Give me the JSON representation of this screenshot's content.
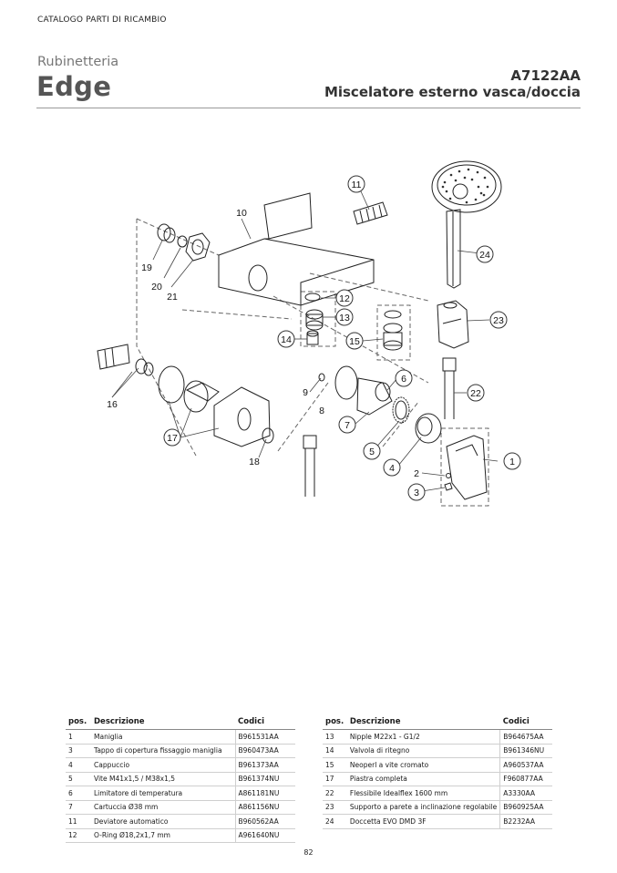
{
  "header": {
    "catalog": "CATALOGO PARTI DI RICAMBIO",
    "category": "Rubinetteria",
    "family": "Edge",
    "product_code": "A7122AA",
    "product_desc": "Miscelatore esterno vasca/doccia"
  },
  "diagram": {
    "labels": [
      "1",
      "2",
      "3",
      "4",
      "5",
      "6",
      "7",
      "8",
      "9",
      "10",
      "11",
      "12",
      "13",
      "14",
      "15",
      "16",
      "17",
      "18",
      "19",
      "20",
      "21",
      "22",
      "23",
      "24"
    ]
  },
  "table": {
    "headers": {
      "pos": "pos.",
      "desc": "Descrizione",
      "code": "Codici"
    },
    "left": [
      {
        "pos": "1",
        "desc": "Maniglia",
        "code": "B961531AA"
      },
      {
        "pos": "3",
        "desc": "Tappo di copertura fissaggio maniglia",
        "code": "B960473AA"
      },
      {
        "pos": "4",
        "desc": "Cappuccio",
        "code": "B961373AA"
      },
      {
        "pos": "5",
        "desc": "Vite M41x1,5 / M38x1,5",
        "code": "B961374NU"
      },
      {
        "pos": "6",
        "desc": "Limitatore di temperatura",
        "code": "A861181NU"
      },
      {
        "pos": "7",
        "desc": "Cartuccia Ø38 mm",
        "code": "A861156NU"
      },
      {
        "pos": "11",
        "desc": "Deviatore automatico",
        "code": "B960562AA"
      },
      {
        "pos": "12",
        "desc": "O-Ring Ø18,2x1,7 mm",
        "code": "A961640NU"
      }
    ],
    "right": [
      {
        "pos": "13",
        "desc": "Nipple M22x1 - G1/2",
        "code": "B964675AA"
      },
      {
        "pos": "14",
        "desc": "Valvola di ritegno",
        "code": "B961346NU"
      },
      {
        "pos": "15",
        "desc": "Neoperl a vite cromato",
        "code": "A960537AA"
      },
      {
        "pos": "17",
        "desc": "Piastra completa",
        "code": "F960877AA"
      },
      {
        "pos": "22",
        "desc": "Flessibile Idealflex 1600 mm",
        "code": "A3330AA"
      },
      {
        "pos": "23",
        "desc": "Supporto a parete a inclinazione regolabile",
        "code": "B960925AA"
      },
      {
        "pos": "24",
        "desc": "Doccetta EVO DMD 3F",
        "code": "B2232AA"
      }
    ]
  },
  "footer": {
    "page": "82"
  }
}
